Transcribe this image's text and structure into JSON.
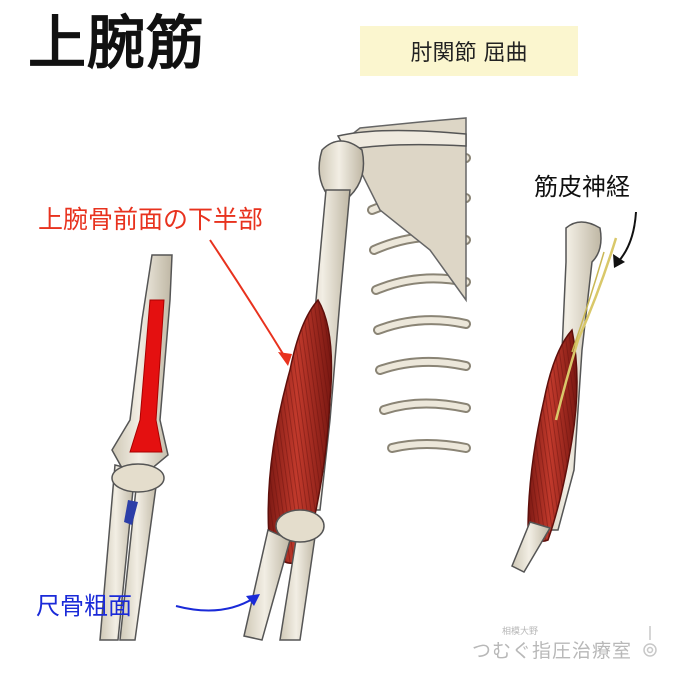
{
  "title": "上腕筋",
  "tag": "肘関節 屈曲",
  "labels": {
    "origin": "上腕骨前面の下半部",
    "insertion": "尺骨粗面",
    "nerve": "筋皮神経"
  },
  "logo": {
    "small": "相模大野",
    "main": "つむぐ指圧治療室"
  },
  "colors": {
    "origin_label": "#e8321e",
    "insertion_label": "#1a2ad8",
    "muscle": "#b32a22",
    "bone": "#ebe5d6",
    "highlight": "#e41010",
    "nerve": "#d9c86a",
    "tag_bg": "#fbf6cf"
  }
}
